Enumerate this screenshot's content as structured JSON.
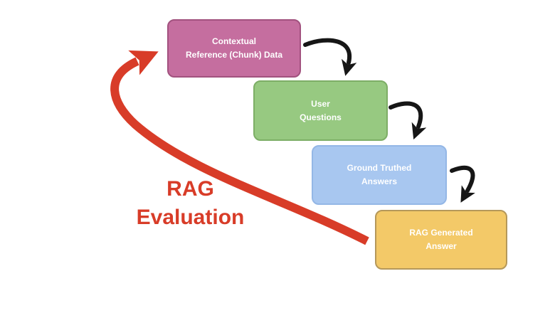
{
  "diagram": {
    "description": "RAG evaluation pipeline diagram",
    "nodes": [
      {
        "id": "contextual-reference-chunk-data",
        "label": "Contextual\nReference (Chunk) Data",
        "fill": "#c56e9f",
        "border": "#a2527f",
        "text_color": "#ffffff"
      },
      {
        "id": "user-questions",
        "label": "User\nQuestions",
        "fill": "#97c981",
        "border": "#7dae66",
        "text_color": "#ffffff"
      },
      {
        "id": "ground-truthed-answers",
        "label": "Ground Truthed\nAnswers",
        "fill": "#a8c7f0",
        "border": "#94b7e6",
        "text_color": "#ffffff"
      },
      {
        "id": "rag-generated-answer",
        "label": "RAG Generated\nAnswer",
        "fill": "#f3c968",
        "border": "#b5985a",
        "text_color": "#ffffff"
      }
    ],
    "evaluation_label": {
      "text": "RAG\nEvaluation",
      "color": "#d83c28"
    },
    "arrows": {
      "flow_color": "#161616",
      "evaluation_color": "#d83c28",
      "connections": [
        {
          "from": "contextual-reference-chunk-data",
          "to": "user-questions"
        },
        {
          "from": "user-questions",
          "to": "ground-truthed-answers"
        },
        {
          "from": "ground-truthed-answers",
          "to": "rag-generated-answer"
        },
        {
          "from": "rag-generated-answer",
          "to": "contextual-reference-chunk-data"
        }
      ]
    }
  }
}
